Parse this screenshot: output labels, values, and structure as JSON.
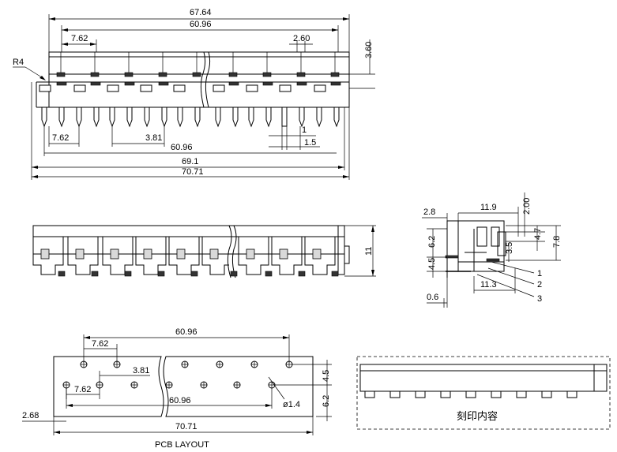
{
  "top_view": {
    "dim_overall_top": "67.64",
    "dim_span_top": "60.96",
    "dim_pitch_top": "7.62",
    "dim_pin_width": "2.60",
    "dim_height_right": "3.60",
    "radius_label": "R4",
    "dim_pitch_bottom": "7.62",
    "dim_half_pitch": "3.81",
    "dim_pin_1": "1",
    "dim_pin_15": "1.5",
    "dim_span_bottom": "60.96",
    "dim_69": "69.1",
    "dim_70": "70.71"
  },
  "front_view": {
    "dim_height": "11"
  },
  "side_view": {
    "dim_2_8": "2.8",
    "dim_11_9": "11.9",
    "dim_2_00": "2.00",
    "dim_6_2": "6.2",
    "dim_4_7": "4.7",
    "dim_7_8": "7.8",
    "dim_3_5": "3.5",
    "dim_4_5": "4.5",
    "dim_11_3": "11.3",
    "dim_0_6": "0.6",
    "callout_1": "1",
    "callout_2": "2",
    "callout_3": "3"
  },
  "pcb_layout": {
    "dim_span_top": "60.96",
    "dim_pitch_top": "7.62",
    "dim_half_pitch": "3.81",
    "dim_pitch_bottom": "7.62",
    "dim_span_bottom": "60.96",
    "dim_hole": "ø1.4",
    "dim_row_4_5": "4.5",
    "dim_row_6_2": "6.2",
    "dim_offset": "2.68",
    "dim_total": "70.71",
    "caption": "PCB LAYOUT"
  },
  "marking_box": {
    "label": "刻印内容"
  }
}
